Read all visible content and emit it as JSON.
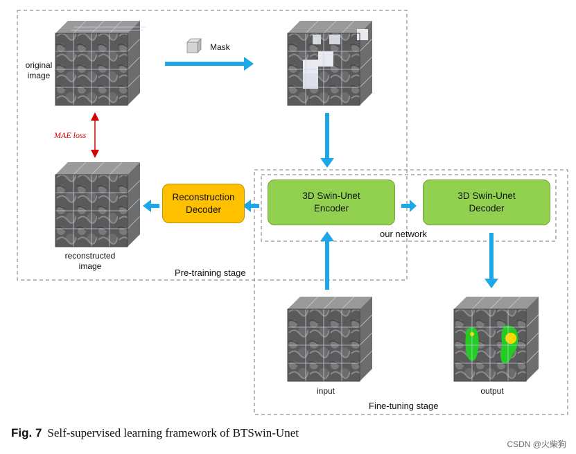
{
  "labels": {
    "original_image": "original\nimage",
    "mask": "Mask",
    "mae_loss": "MAE loss",
    "reconstructed_image": "reconstructed\nimage",
    "input": "input",
    "output": "output",
    "our_network": "our network",
    "pretraining_stage": "Pre-training stage",
    "finetuning_stage": "Fine-tuning stage"
  },
  "boxes": {
    "encoder": "3D Swin-Unet\nEncoder",
    "decoder": "3D Swin-Unet\nDecoder",
    "recon_decoder": "Reconstruction\nDecoder"
  },
  "caption": {
    "fig": "Fig. 7",
    "text": "Self-supervised learning framework of BTSwin-Unet"
  },
  "watermark": "CSDN @火柴狗",
  "colors": {
    "arrow_blue": "#1ea7e6",
    "loss_red": "#d40000",
    "encoder_green": "#92d050",
    "recon_orange": "#ffc000"
  }
}
